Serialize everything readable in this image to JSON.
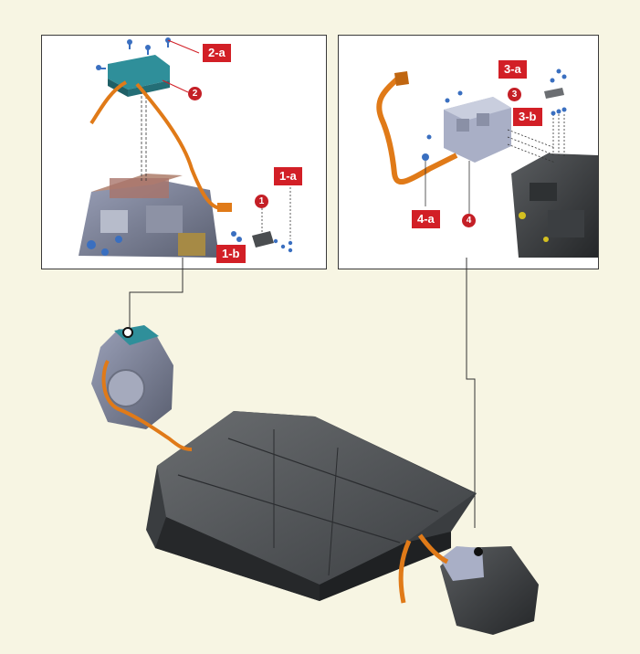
{
  "labels": {
    "tag_1a": "1-a",
    "tag_1b": "1-b",
    "tag_2a": "2-a",
    "tag_3a": "3-a",
    "tag_3b": "3-b",
    "tag_4a": "4-a",
    "num_1": "1",
    "num_2": "2",
    "num_3": "3",
    "num_4": "4"
  },
  "colors": {
    "tag_red": "#d21f26",
    "cable_orange": "#e07a18",
    "battery_gray": "#4a4d50",
    "module_blue": "#2f8f9a",
    "background": "#f7f5e3"
  }
}
